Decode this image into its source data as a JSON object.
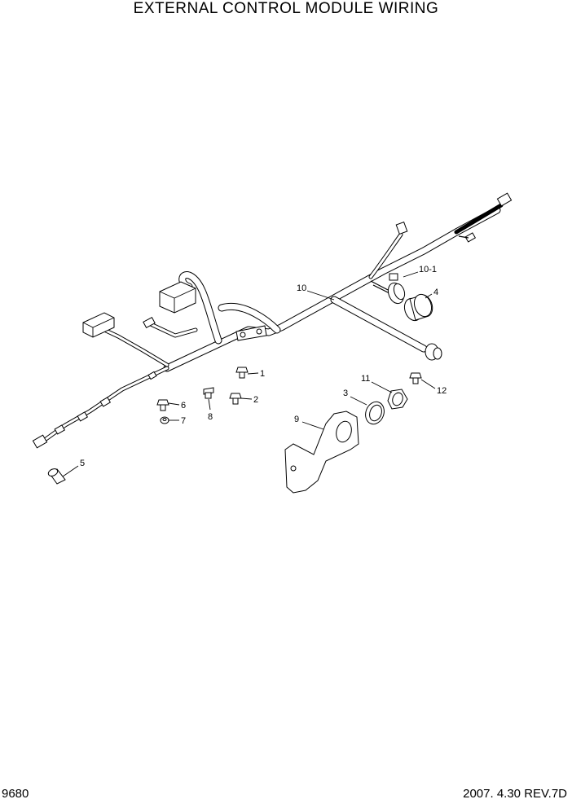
{
  "header": {
    "title": "EXTERNAL CONTROL MODULE WIRING"
  },
  "footer": {
    "page_number": "9680",
    "revision": "2007. 4.30  REV.7D"
  },
  "callouts": {
    "c1": "1",
    "c2": "2",
    "c3": "3",
    "c4": "4",
    "c5": "5",
    "c6": "6",
    "c7": "7",
    "c8": "8",
    "c9": "9",
    "c10": "10",
    "c10_1": "10-1",
    "c11": "11",
    "c12": "12"
  }
}
